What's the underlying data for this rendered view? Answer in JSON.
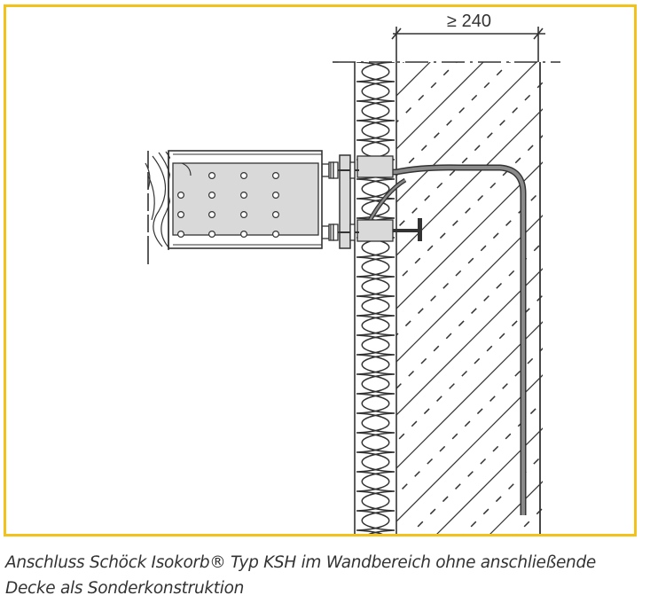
{
  "figure": {
    "dimension_label": "≥ 240",
    "caption_line_1": "Anschluss Schöck Isokorb® Typ KSH im Wandbereich ohne anschließende",
    "caption_line_2": "Decke als Sonderkonstruktion"
  },
  "colors": {
    "frame_border": "#f2c21b",
    "line": "#333333",
    "steel_plate": "#d9d9d9",
    "rebar_gray": "#888888"
  }
}
